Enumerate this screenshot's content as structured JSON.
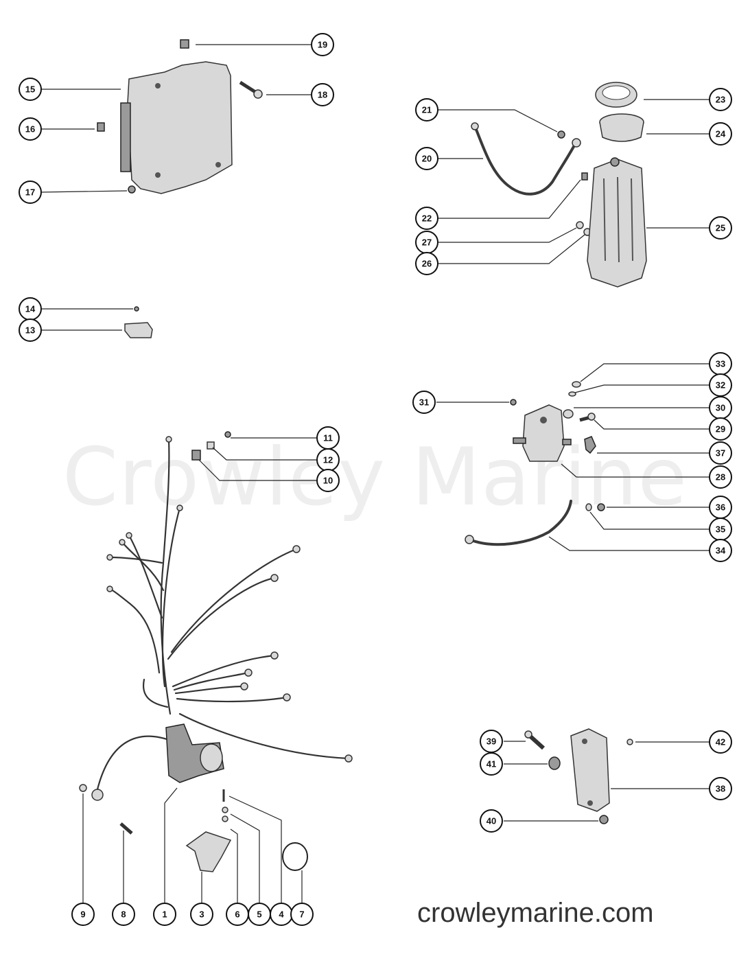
{
  "watermark_text": "Crowley Marine",
  "website_text": "crowleymarine.com",
  "callouts": {
    "c1": "1",
    "c3": "3",
    "c4": "4",
    "c5": "5",
    "c6": "6",
    "c7": "7",
    "c8": "8",
    "c9": "9",
    "c10": "10",
    "c11": "11",
    "c12": "12",
    "c13": "13",
    "c14": "14",
    "c15": "15",
    "c16": "16",
    "c17": "17",
    "c18": "18",
    "c19": "19",
    "c20": "20",
    "c21": "21",
    "c22": "22",
    "c23": "23",
    "c24": "24",
    "c25": "25",
    "c26": "26",
    "c27": "27",
    "c28": "28",
    "c29": "29",
    "c30": "30",
    "c31": "31",
    "c32": "32",
    "c33": "33",
    "c34": "34",
    "c35": "35",
    "c36": "36",
    "c37": "37",
    "c38": "38",
    "c39": "39",
    "c40": "40",
    "c41": "41",
    "c42": "42"
  }
}
